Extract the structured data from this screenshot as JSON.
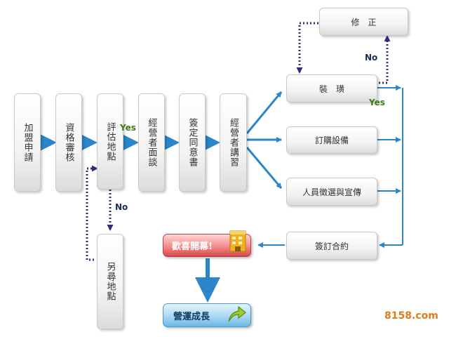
{
  "steps": {
    "join_apply": "加盟申請",
    "qualification_review": "資格審核",
    "site_evaluation": "評估地點",
    "manager_interview": "經營者面談",
    "sign_consent": "簽定同意書",
    "manager_training": "經營者講習",
    "renovation": "裝　璜",
    "correction": "修　正",
    "order_equipment": "訂購設備",
    "recruit_promote": "人員徵選與宣傳",
    "sign_contract": "簽訂合約",
    "grand_opening": "歡喜開幕!",
    "operate_grow": "營運成長",
    "find_other_site": "另尋地點"
  },
  "labels": {
    "yes_site": "Yes",
    "no_site": "No",
    "yes_renovation": "Yes",
    "no_renovation": "No"
  },
  "watermark": "8158.com",
  "colors": {
    "arrow_blue": "#2a86c9",
    "dotted_purple": "#3a2a78",
    "yes_green": "#3f7a14",
    "pill_red": "#e36363",
    "pill_blue": "#8ccbef"
  }
}
